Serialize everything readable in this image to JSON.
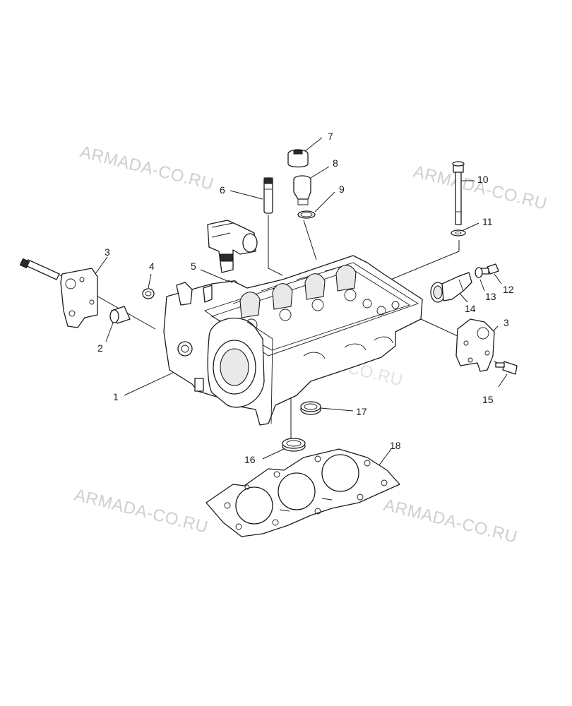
{
  "watermarks": [
    "ARMADA-CO.RU",
    "ARMADA-CO.RU",
    "ARMADA-CO.RU",
    "ARMADA-CO.RU",
    "ARMADA-CO.RU"
  ],
  "callouts": {
    "c1": "1",
    "c2": "2",
    "c3a": "3",
    "c3b": "3",
    "c4": "4",
    "c5": "5",
    "c6": "6",
    "c7": "7",
    "c8": "8",
    "c9": "9",
    "c10": "10",
    "c11": "11",
    "c12": "12",
    "c13": "13",
    "c14": "14",
    "c15": "15",
    "c16": "16",
    "c17": "17",
    "c18": "18"
  },
  "colors": {
    "line": "#1a1a1a",
    "watermark": "#cfcfcf",
    "background": "#ffffff"
  }
}
